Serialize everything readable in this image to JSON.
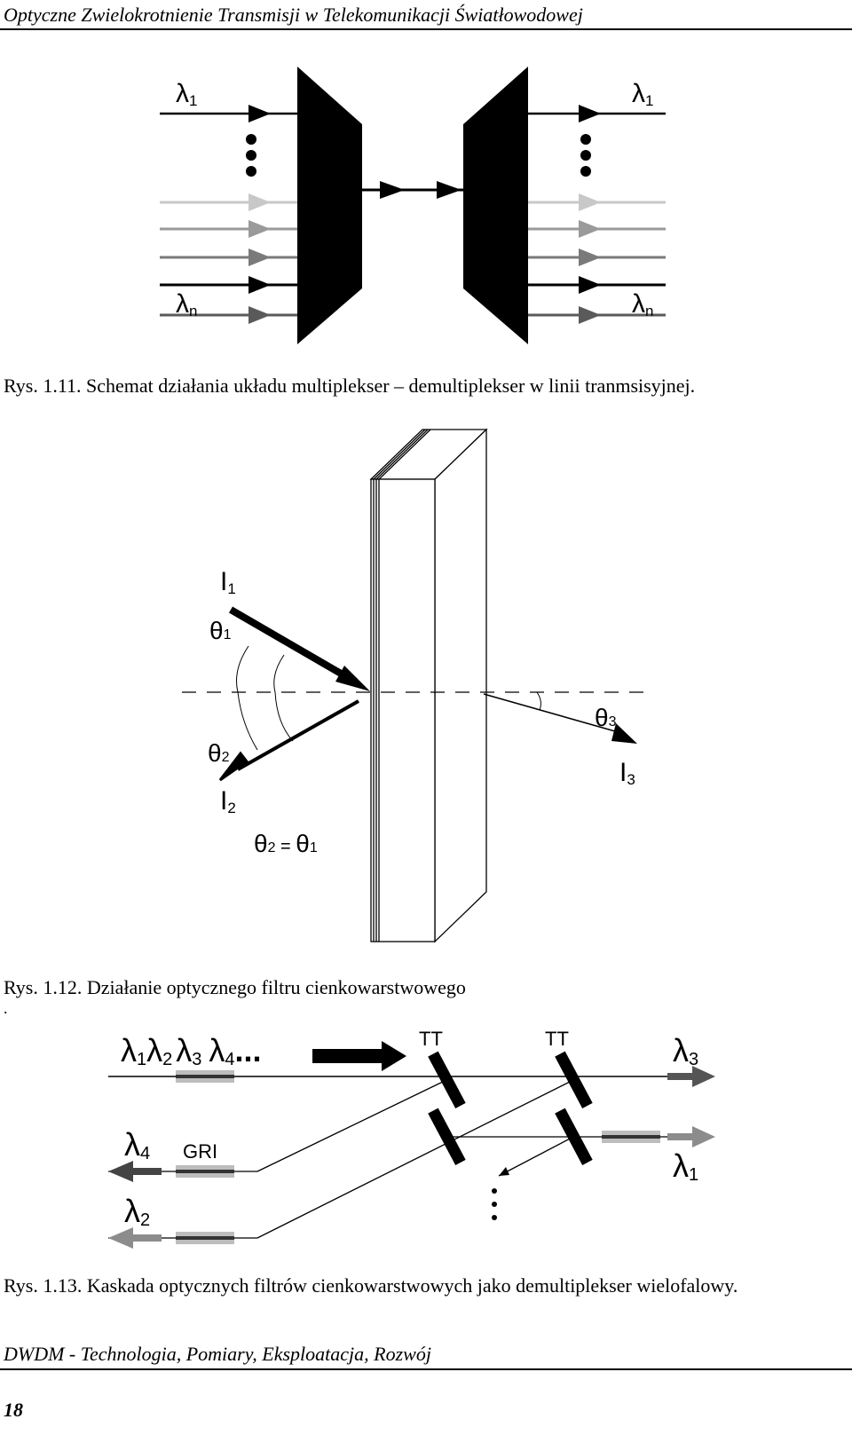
{
  "header": {
    "title": "Optyczne Zwielokrotnienie Transmisji w Telekomunikacji Światłowodowej"
  },
  "fig1": {
    "caption": "Rys. 1.11. Schemat działania układu multiplekser – demultiplekser w linii tranmsisyjnej.",
    "label_in_first": "λ",
    "label_in_first_sub": "1",
    "label_in_last": "λ",
    "label_in_last_sub": "n",
    "label_out_first": "λ",
    "label_out_first_sub": "1",
    "label_out_last": "λ",
    "label_out_last_sub": "n",
    "colors": {
      "black": "#000000",
      "light": "#c8c8c8",
      "mid1": "#9a9a9a",
      "mid2": "#7a7a7a",
      "dark": "#5a5a5a"
    }
  },
  "fig2": {
    "caption": "Rys. 1.12. Działanie optycznego filtru cienkowarstwowego",
    "caption_dot": ".",
    "I1": "I",
    "I1_sub": "1",
    "theta1": "θ",
    "theta1_sub": "1",
    "theta2": "θ",
    "theta2_sub": "2",
    "I2": "I",
    "I2_sub": "2",
    "theta3": "θ",
    "theta3_sub": "3",
    "I3": "I",
    "I3_sub": "3",
    "eq_a": "θ",
    "eq_a_sub": "2",
    "eq_mid": " = ",
    "eq_b": "θ",
    "eq_b_sub": "1"
  },
  "fig3": {
    "caption": "Rys. 1.13. Kaskada optycznych filtrów cienkowarstwowych jako demultiplekser wielofalowy.",
    "input_l1": "λ",
    "input_l1_sub": "1",
    "input_l2": "λ",
    "input_l2_sub": "2",
    "input_l3": "λ",
    "input_l3_sub": "3",
    "input_l4": "λ",
    "input_l4_sub": "4",
    "ellipsis": "...",
    "tt1": "TT",
    "tt2": "TT",
    "out_l3": "λ",
    "out_l3_sub": "3",
    "out_l4": "λ",
    "out_l4_sub": "4",
    "gri": "GRI",
    "out_l2": "λ",
    "out_l2_sub": "2",
    "out_l1": "λ",
    "out_l1_sub": "1"
  },
  "footer": {
    "title": "DWDM  -  Technologia, Pomiary, Eksploatacja, Rozwój",
    "page": "18"
  }
}
